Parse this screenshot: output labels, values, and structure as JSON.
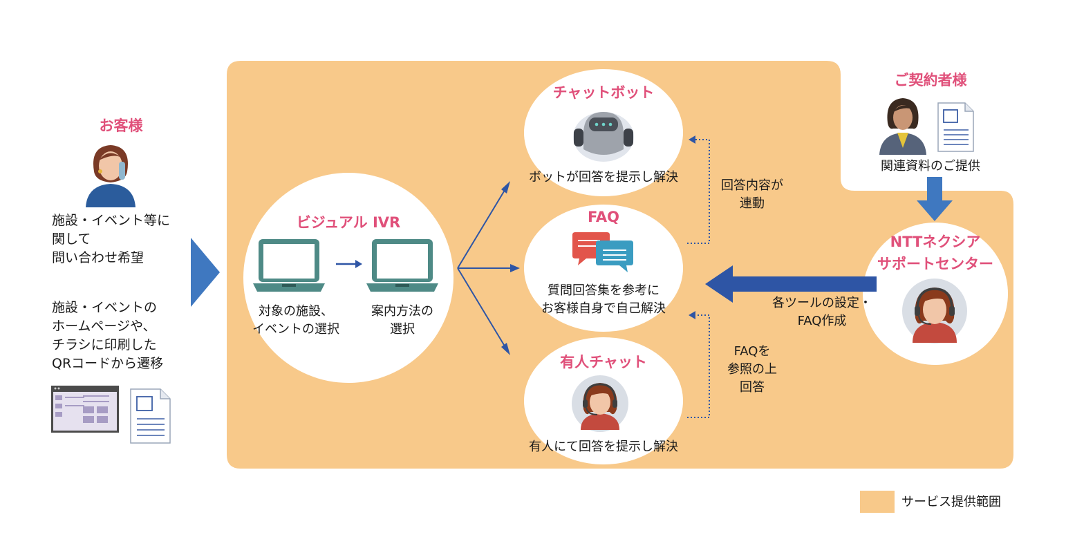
{
  "customer": {
    "title": "お客様",
    "desc_line1": "施設・イベント等に",
    "desc_line2": "関して",
    "desc_line3": "問い合わせ希望",
    "qr_line1": "施設・イベントの",
    "qr_line2": "ホームページや、",
    "qr_line3": "チラシに印刷した",
    "qr_line4": "QRコードから遷移"
  },
  "ivr": {
    "title": "ビジュアル IVR",
    "step1_line1": "対象の施設、",
    "step1_line2": "イベントの選択",
    "step2_line1": "案内方法の",
    "step2_line2": "選択"
  },
  "chatbot": {
    "title": "チャットボット",
    "desc": "ボットが回答を提示し解決"
  },
  "faq": {
    "title": "FAQ",
    "desc_line1": "質問回答集を参考に",
    "desc_line2": "お客様自身で自己解決"
  },
  "human_chat": {
    "title": "有人チャット",
    "desc": "有人にて回答を提示し解決"
  },
  "link_top": {
    "line1": "回答内容が",
    "line2": "連動"
  },
  "link_bottom": {
    "line1": "FAQを",
    "line2": "参照の上",
    "line3": "回答"
  },
  "contractor": {
    "title": "ご契約者様",
    "desc": "関連資料のご提供"
  },
  "support_center": {
    "title_line1": "NTTネクシア",
    "title_line2": "サポートセンター"
  },
  "setup": {
    "line1": "各ツールの設定・",
    "line2": "FAQ作成"
  },
  "legend": {
    "label": "サービス提供範囲"
  },
  "colors": {
    "service_area": "#f8c98a",
    "title_pink": "#e0507a",
    "arrow_blue": "#2e55a5",
    "chevron_blue": "#3f78c0"
  }
}
